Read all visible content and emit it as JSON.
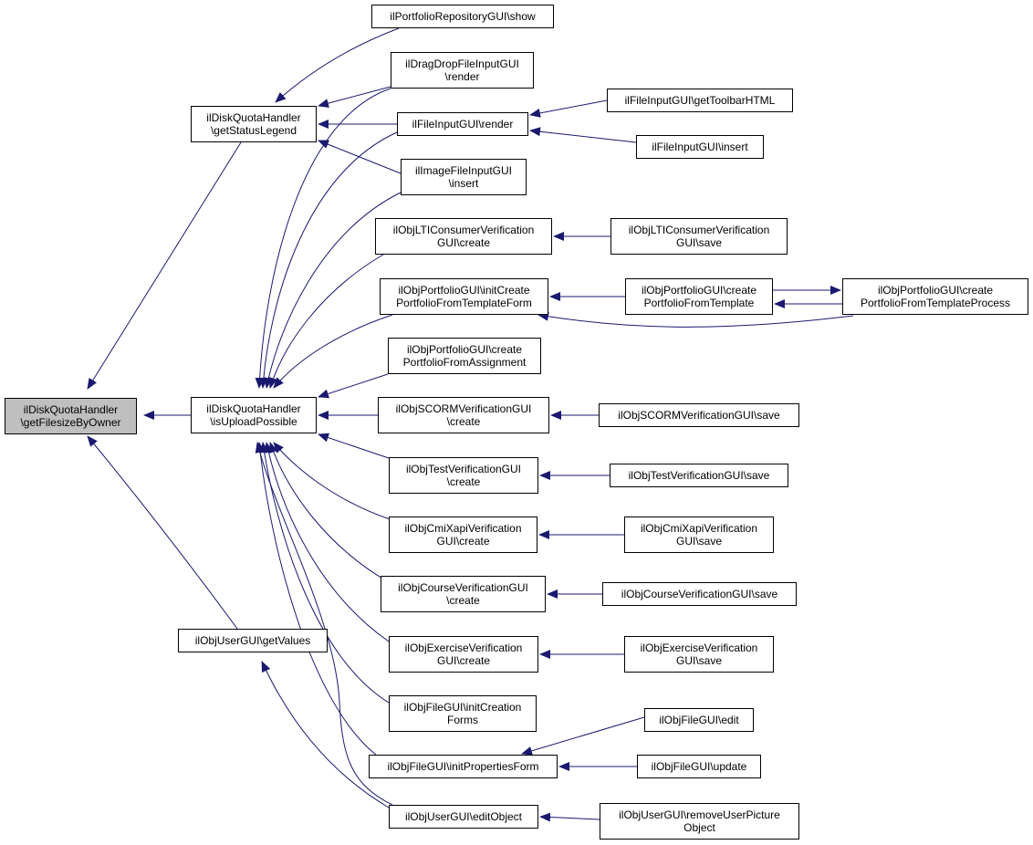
{
  "colors": {
    "edge": "#191970",
    "node_border": "#000000",
    "root_fill": "#bfbfbf",
    "node_fill": "#ffffff"
  },
  "nodes": {
    "root": "ilDiskQuotaHandler\n\\getFilesizeByOwner",
    "status_legend": "ilDiskQuotaHandler\n\\getStatusLegend",
    "upload_possible": "ilDiskQuotaHandler\n\\isUploadPossible",
    "user_get_values": "ilObjUserGUI\\getValues",
    "portfolio_repo_show": "ilPortfolioRepositoryGUI\\show",
    "dragdrop_render": "ilDragDropFileInputGUI\n\\render",
    "file_input_render": "ilFileInputGUI\\render",
    "image_file_insert": "ilImageFileInputGUI\n\\insert",
    "lti_create": "ilObjLTIConsumerVerification\nGUI\\create",
    "portfolio_init_create": "ilObjPortfolioGUI\\initCreate\nPortfolioFromTemplateForm",
    "portfolio_from_assignment": "ilObjPortfolioGUI\\create\nPortfolioFromAssignment",
    "scorm_create": "ilObjSCORMVerificationGUI\n\\create",
    "test_create": "ilObjTestVerificationGUI\n\\create",
    "cmix_create": "ilObjCmiXapiVerification\nGUI\\create",
    "course_create": "ilObjCourseVerificationGUI\n\\create",
    "exercise_create": "ilObjExerciseVerification\nGUI\\create",
    "file_init_creation": "ilObjFileGUI\\initCreation\nForms",
    "file_init_properties": "ilObjFileGUI\\initPropertiesForm",
    "user_edit_object": "ilObjUserGUI\\editObject",
    "file_toolbar_html": "ilFileInputGUI\\getToolbarHTML",
    "file_insert": "ilFileInputGUI\\insert",
    "lti_save": "ilObjLTIConsumerVerification\nGUI\\save",
    "portfolio_create_from_template": "ilObjPortfolioGUI\\create\nPortfolioFromTemplate",
    "portfolio_create_process": "ilObjPortfolioGUI\\create\nPortfolioFromTemplateProcess",
    "scorm_save": "ilObjSCORMVerificationGUI\\save",
    "test_save": "ilObjTestVerificationGUI\\save",
    "cmix_save": "ilObjCmiXapiVerification\nGUI\\save",
    "course_save": "ilObjCourseVerificationGUI\\save",
    "exercise_save": "ilObjExerciseVerification\nGUI\\save",
    "file_edit": "ilObjFileGUI\\edit",
    "file_update": "ilObjFileGUI\\update",
    "user_remove_picture": "ilObjUserGUI\\removeUserPicture\nObject"
  }
}
